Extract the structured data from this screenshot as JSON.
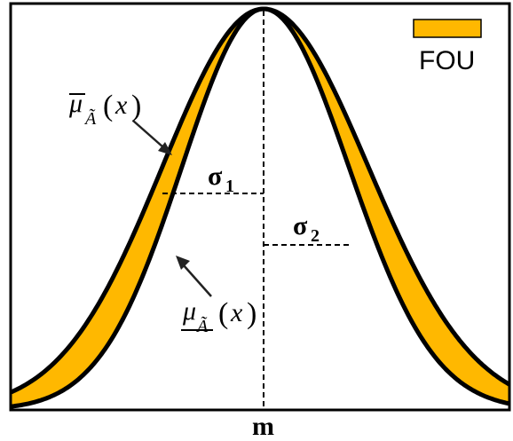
{
  "legend": {
    "label": "FOU",
    "color": "#FFB800"
  },
  "upper_mf": {
    "symbol": "μ",
    "subscript": "Ã",
    "paren_open": "(",
    "var": "x",
    "paren_close": ")"
  },
  "lower_mf": {
    "symbol": "μ",
    "subscript": "Ã",
    "paren_open": "(",
    "var": "x",
    "paren_close": ")"
  },
  "sigma1": {
    "symbol": "σ",
    "index": "1"
  },
  "sigma2": {
    "symbol": "σ",
    "index": "2"
  },
  "mean_label": "m"
}
